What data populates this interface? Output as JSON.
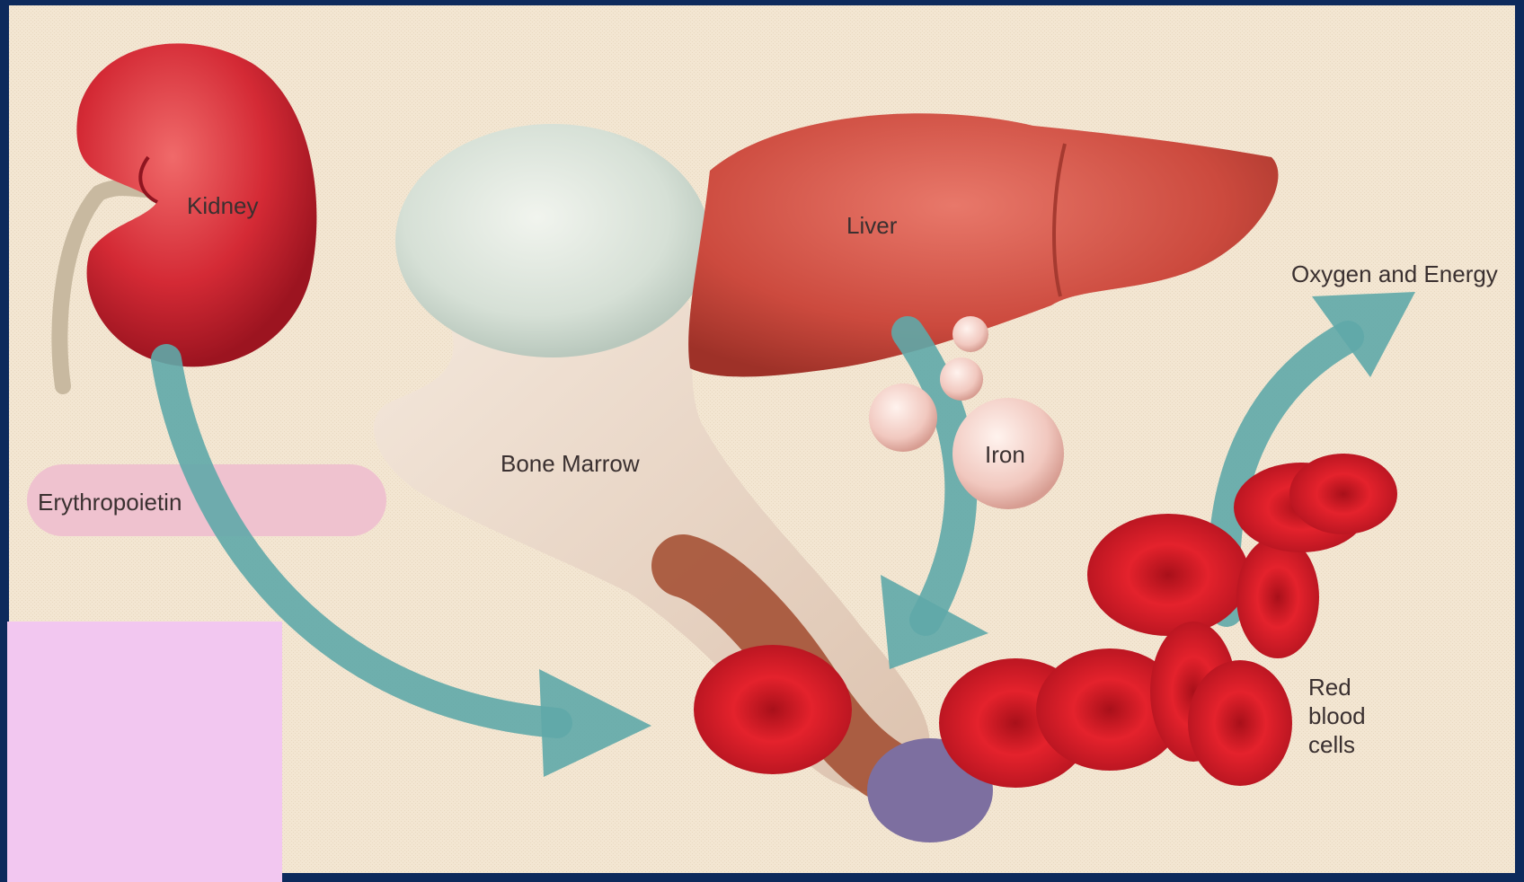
{
  "labels": {
    "kidney": "Kidney",
    "liver": "Liver",
    "bone_marrow": "Bone Marrow",
    "iron": "Iron",
    "erythropoietin": "Erythropoietin",
    "oxygen_energy": "Oxygen and Energy",
    "rbc_line1": "Red",
    "rbc_line2": "blood",
    "rbc_line3": "cells"
  },
  "colors": {
    "frame": "#0d2a5c",
    "background": "#f3e6d2",
    "organ_red": "#d8313a",
    "liver": "#cf4a3e",
    "bone": "#ead6c6",
    "marrow_cap": "#dfe6dc",
    "arrow_teal": "#5fa9a8",
    "rbc_red": "#e2202a",
    "epo_pill": "#efc2cf",
    "corner_pink": "#f2c7f0"
  }
}
